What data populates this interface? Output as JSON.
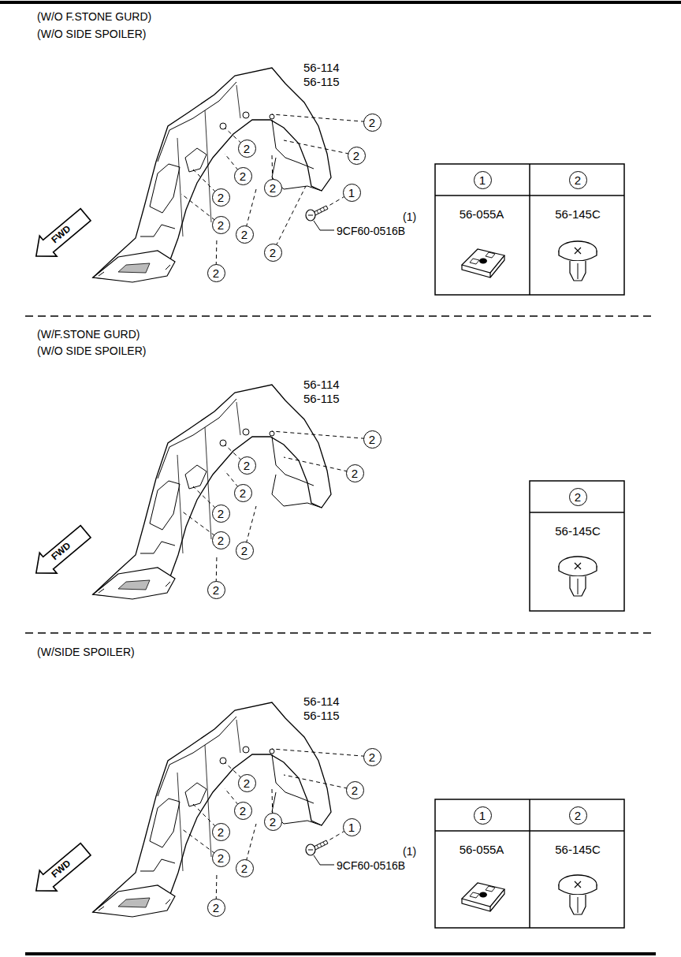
{
  "diagram": {
    "labels": [
      "(W/O F.STONE GURD)",
      "(W/O SIDE SPOILER)",
      "56-114",
      "56-115",
      "2",
      "2",
      "2",
      "2",
      "2",
      "2",
      "2",
      "2",
      "2",
      "2",
      "1",
      "(1)",
      "9CF60-0516B",
      "1",
      "2",
      "56-055A",
      "56-145C",
      "FWD",
      "(W/F.STONE GURD)",
      "(W/O SIDE SPOILER)",
      "56-114",
      "56-115",
      "2",
      "2",
      "2",
      "2",
      "2",
      "2",
      "2",
      "2",
      "2",
      "56-145C",
      "FWD",
      "(W/SIDE SPOILER)",
      "56-114",
      "56-115",
      "2",
      "2",
      "2",
      "2",
      "2",
      "2",
      "2",
      "2",
      "2",
      "1",
      "(1)",
      "9CF60-0516B",
      "1",
      "2",
      "56-055A",
      "56-145C",
      "FWD"
    ]
  }
}
